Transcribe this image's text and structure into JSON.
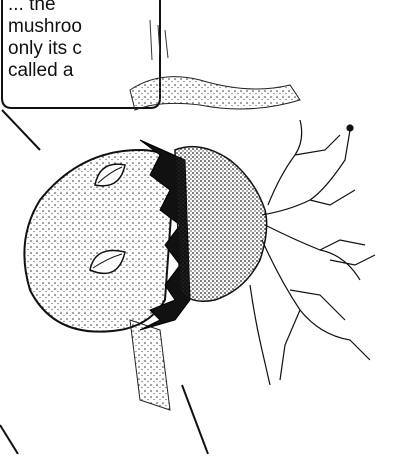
{
  "callout": {
    "lines": [
      "... the",
      "mushroo",
      "only its c",
      "called a"
    ]
  },
  "illustration": {
    "subject": "mushroom",
    "style": "stippled line drawing, rotated 90 degrees"
  }
}
